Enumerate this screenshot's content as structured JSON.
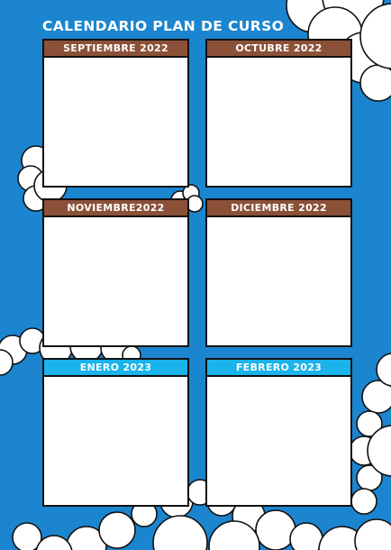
{
  "title": "CALENDARIO PLAN DE CURSO",
  "colors": {
    "sky": "#1c85cf",
    "cloud": "#ffffff",
    "brown_header": "#8b5138",
    "cyan_header": "#1ab3ec",
    "border": "#111111"
  },
  "months": [
    {
      "label": "SEPTIEMBRE 2022",
      "header_color": "#8b5138"
    },
    {
      "label": "OCTUBRE 2022",
      "header_color": "#8b5138"
    },
    {
      "label": "NOVIEMBRE2022",
      "header_color": "#8b5138"
    },
    {
      "label": "DICIEMBRE 2022",
      "header_color": "#8b5138"
    },
    {
      "label": "ENERO 2023",
      "header_color": "#1ab3ec"
    },
    {
      "label": "FEBRERO 2023",
      "header_color": "#1ab3ec"
    }
  ]
}
